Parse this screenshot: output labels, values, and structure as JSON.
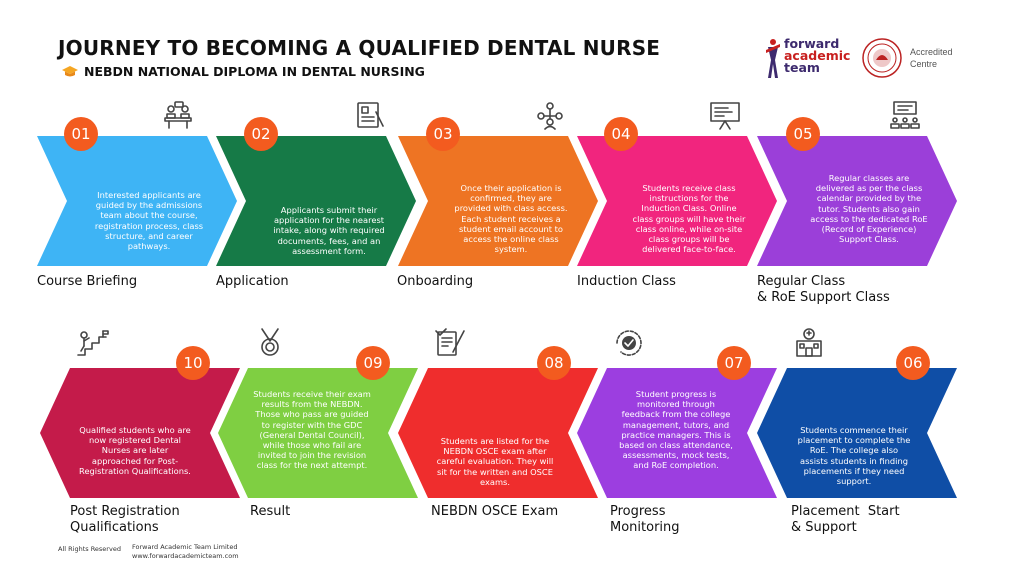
{
  "header": {
    "title": "JOURNEY TO BECOMING A QUALIFIED DENTAL NURSE",
    "subtitle": "NEBDN NATIONAL DIPLOMA IN DENTAL NURSING"
  },
  "brand": {
    "logo_line1": "forward",
    "logo_line2": "academic",
    "logo_line3": "team",
    "accredited": "Accredited Centre"
  },
  "steps": [
    {
      "number": "01",
      "label": "Course Briefing",
      "text": "Interested applicants are guided by the admissions team about the course, registration process, class structure, and career pathways.",
      "color": "#3eb4f5",
      "icon": "meeting-icon"
    },
    {
      "number": "02",
      "label": "Application",
      "text": "Applicants submit their application for the nearest intake, along with required documents, fees, and an assessment form.",
      "color": "#167a47",
      "icon": "application-form-icon"
    },
    {
      "number": "03",
      "label": "Onboarding",
      "text": "Once their application is confirmed, they are provided with class access. Each student receives a student email account to access the online class system.",
      "color": "#ee7423",
      "icon": "team-network-icon"
    },
    {
      "number": "04",
      "label": "Induction Class",
      "text": "Students receive class instructions for the Induction Class. Online class groups will have their class online, while on-site class groups will be delivered face-to-face.",
      "color": "#f1257e",
      "icon": "whiteboard-icon"
    },
    {
      "number": "05",
      "label": "Regular Class\n& RoE Support Class",
      "text": "Regular classes are delivered as per the class calendar provided by the tutor. Students also gain access to the dedicated RoE (Record of Experience) Support Class.",
      "color": "#9b3fd9",
      "icon": "classroom-icon"
    },
    {
      "number": "06",
      "label": "Placement  Start\n& Support",
      "text": "Students commence their placement to complete the RoE. The college also assists students in finding placements if they need support.",
      "color": "#0f4ea6",
      "icon": "clinic-icon"
    },
    {
      "number": "07",
      "label": "Progress\nMonitoring",
      "text": "Student progress is monitored through feedback from the college management, tutors, and practice managers. This is based on class attendance, assessments, mock tests, and RoE completion.",
      "color": "#9c3ee0",
      "icon": "progress-check-icon"
    },
    {
      "number": "08",
      "label": "NEBDN OSCE Exam",
      "text": "Students are listed for the NEBDN OSCE exam after careful evaluation. They will sit for the written and OSCE exams.",
      "color": "#ef2d2d",
      "icon": "exam-paper-icon"
    },
    {
      "number": "09",
      "label": "Result",
      "text": "Students receive their exam results from the NEBDN. Those who pass are guided to register with the GDC (General Dental Council), while those who fail are invited to join the revision class for the next attempt.",
      "color": "#7fcf42",
      "icon": "medal-icon"
    },
    {
      "number": "10",
      "label": "Post Registration\nQualifications",
      "text": "Qualified students who are now registered Dental Nurses are later approached for Post-Registration Qualifications.",
      "color": "#c41b4a",
      "icon": "career-stairs-icon"
    }
  ],
  "footer": {
    "rights": "All Rights Reserved",
    "company": "Forward Academic Team Limited",
    "website": "www.forwardacademicteam.com"
  }
}
